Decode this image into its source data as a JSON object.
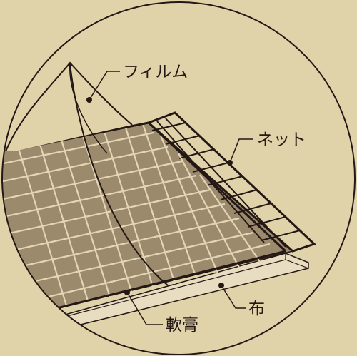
{
  "colors": {
    "background": "#e1d3a9",
    "line": "#231815",
    "ointment": "#9c8a6c",
    "cloth": "#e8ddc0",
    "grid_on_ointment": "#e3d6b6"
  },
  "labels": {
    "film": "フィルム",
    "net": "ネット",
    "cloth": "布",
    "ointment": "軟膏"
  }
}
